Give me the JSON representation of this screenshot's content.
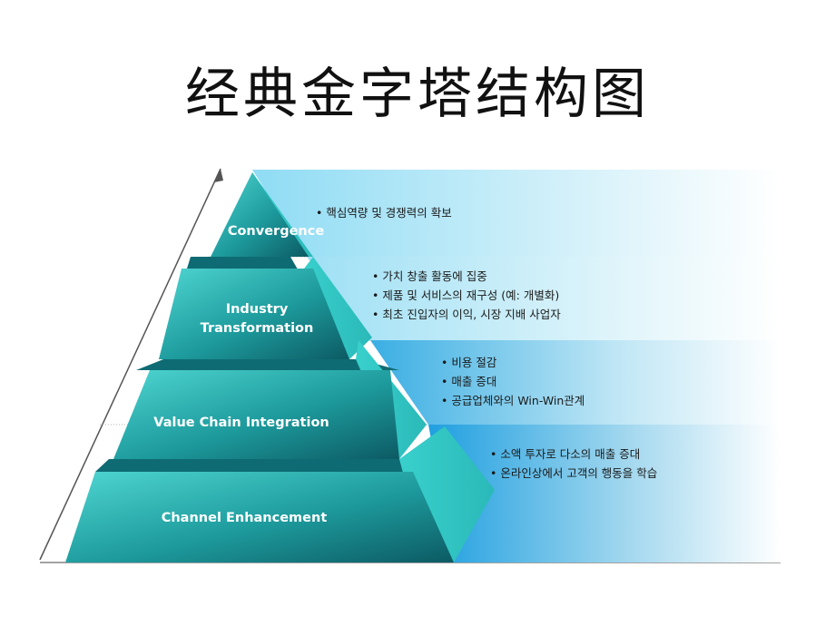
{
  "title": "经典金字塔结构图",
  "tiers": [
    {
      "label": "Convergence",
      "bullets": [
        "핵심역량 및 경쟁력의 확보"
      ]
    },
    {
      "label_lines": [
        "Industry",
        "Transformation"
      ],
      "bullets": [
        "가치 창출 활동에 집중",
        "제품 및 서비스의 재구성 (예: 개별화)",
        "최초 진입자의 이익, 시장 지배 사업자"
      ]
    },
    {
      "label": "Value Chain Integration",
      "bullets": [
        "비용 절감",
        "매출 증대",
        "공급업체와의 Win-Win관계"
      ]
    },
    {
      "label": "Channel Enhancement",
      "bullets": [
        "소액 투자로 다소의 매출 증대",
        "온라인상에서 고객의 행동을 학습"
      ]
    }
  ],
  "colors": {
    "teal_light": "#3ccfcf",
    "teal_dark": "#0d5f66",
    "band_light": "#aee6f5",
    "band_blue": "#2aa7e0"
  }
}
